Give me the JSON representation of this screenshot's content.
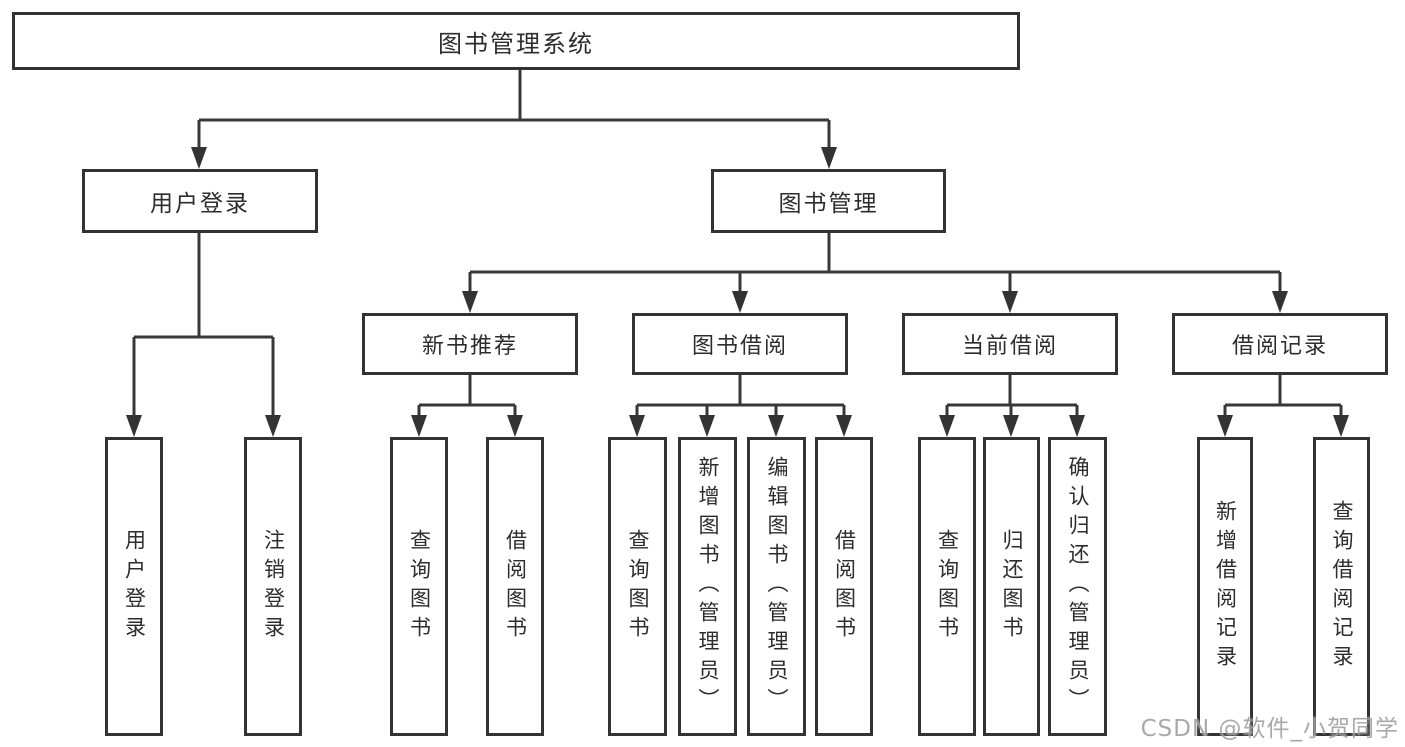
{
  "tree": {
    "root": {
      "label": "图书管理系统"
    },
    "children": [
      {
        "label": "用户登录",
        "children": [
          {
            "label": "用户登录"
          },
          {
            "label": "注销登录"
          }
        ]
      },
      {
        "label": "图书管理",
        "children": [
          {
            "label": "新书推荐",
            "children": [
              {
                "label": "查询图书"
              },
              {
                "label": "借阅图书"
              }
            ]
          },
          {
            "label": "图书借阅",
            "children": [
              {
                "label": "查询图书"
              },
              {
                "label": "新增图书（管理员）"
              },
              {
                "label": "编辑图书（管理员）"
              },
              {
                "label": "借阅图书"
              }
            ]
          },
          {
            "label": "当前借阅",
            "children": [
              {
                "label": "查询图书"
              },
              {
                "label": "归还图书"
              },
              {
                "label": "确认归还（管理员）"
              }
            ]
          },
          {
            "label": "借阅记录",
            "children": [
              {
                "label": "新增借阅记录"
              },
              {
                "label": "查询借阅记录"
              }
            ]
          }
        ]
      }
    ]
  },
  "watermark": {
    "text": "CSDN @软件_小贺同学"
  },
  "colors": {
    "line": "#383838",
    "border": "#333333",
    "text": "#2d2d2d",
    "background": "#ffffff",
    "watermark": "#8c8c8c"
  }
}
